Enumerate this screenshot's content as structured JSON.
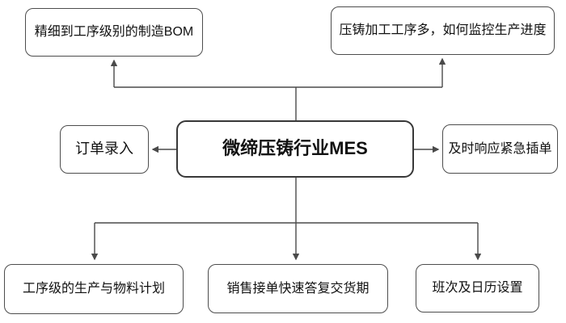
{
  "diagram": {
    "center": {
      "label": "微缔压铸行业MES"
    },
    "nodes": [
      {
        "id": "manufacturing-bom",
        "label": "精细到工序级别的制造BOM"
      },
      {
        "id": "process-monitoring",
        "label": "压铸加工工序多，如何监控生产进度"
      },
      {
        "id": "order-entry",
        "label": "订单录入"
      },
      {
        "id": "urgent-order-response",
        "label": "及时响应紧急插单"
      },
      {
        "id": "production-material-plan",
        "label": "工序级的生产与物料计划"
      },
      {
        "id": "delivery-date-reply",
        "label": "销售接单快速答复交货期"
      },
      {
        "id": "shift-calendar-setup",
        "label": "班次及日历设置"
      }
    ],
    "colors": {
      "line": "#4a4a4a",
      "border": "#4d4d4d",
      "center_border": "#383838",
      "text": "#111111",
      "background": "#ffffff"
    }
  }
}
